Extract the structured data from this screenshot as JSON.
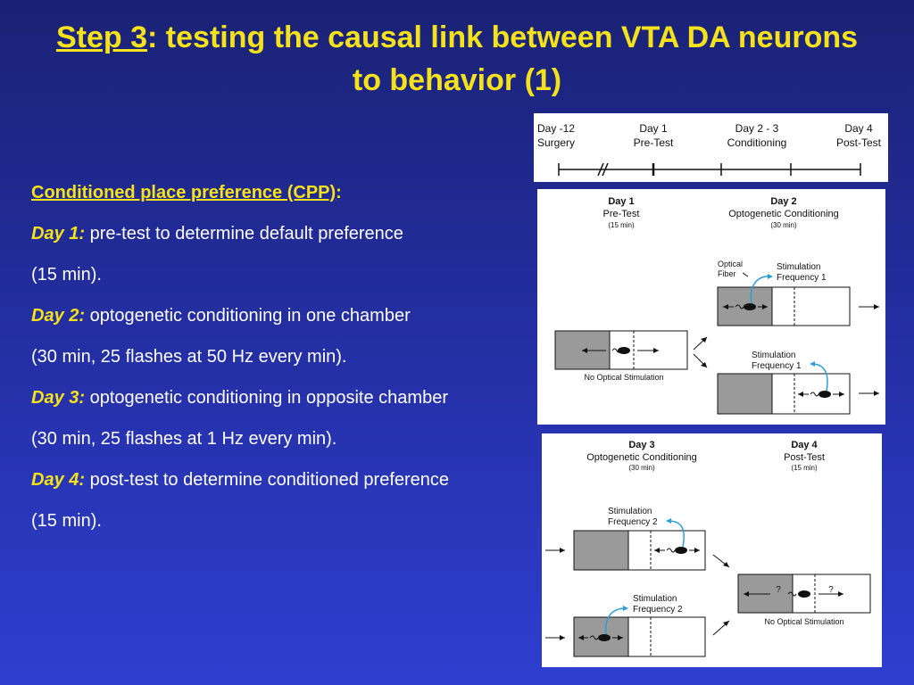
{
  "title": {
    "step_label": "Step 3",
    "line1_rest": ": testing the causal link between VTA DA neurons",
    "line2": "to behavior (1)"
  },
  "body": {
    "heading": "Conditioned place preference (CPP)",
    "heading_colon": ":",
    "days": [
      {
        "label": "Day 1",
        "colon": ":",
        "text": " pre-test to determine default preference",
        "cont": "(15 min)."
      },
      {
        "label": "Day 2:",
        "colon": "",
        "text": " optogenetic conditioning in one chamber",
        "cont": "(30 min, 25 flashes at 50 Hz every min)."
      },
      {
        "label": "Day 3:",
        "colon": "",
        "text": " optogenetic conditioning in opposite chamber",
        "cont": "(30 min, 25 flashes at 1 Hz every min)."
      },
      {
        "label": "Day 4:",
        "colon": "",
        "text": " post-test to determine conditioned preference",
        "cont": "(15 min)."
      }
    ]
  },
  "timeline": {
    "items": [
      {
        "l1": "Day -12",
        "l2": "Surgery"
      },
      {
        "l1": "Day 1",
        "l2": "Pre-Test"
      },
      {
        "l1": "Day 2 - 3",
        "l2": "Conditioning"
      },
      {
        "l1": "Day 4",
        "l2": "Post-Test"
      }
    ]
  },
  "fig1": {
    "day1": {
      "title": "Day 1",
      "sub": "Pre-Test",
      "dur": "(15 min)"
    },
    "day2": {
      "title": "Day 2",
      "sub": "Optogenetic Conditioning",
      "dur": "(30 min)"
    },
    "optical_fiber": [
      "Optical",
      "Fiber"
    ],
    "stim_top": [
      "Stimulation",
      "Frequency 1"
    ],
    "stim_bottom": [
      "Stimulation",
      "Frequency 1"
    ],
    "no_stim": "No Optical Stimulation"
  },
  "fig2": {
    "day3": {
      "title": "Day 3",
      "sub": "Optogenetic Conditioning",
      "dur": "(30 min)"
    },
    "day4": {
      "title": "Day 4",
      "sub": "Post-Test",
      "dur": "(15 min)"
    },
    "stim_top": [
      "Stimulation",
      "Frequency 2"
    ],
    "stim_bottom": [
      "Stimulation",
      "Frequency 2"
    ],
    "question": "?",
    "no_stim": "No Optical Stimulation"
  },
  "colors": {
    "title": "#f5e21a",
    "body_text": "#ffffff",
    "fiber": "#2a9fd6",
    "chamber_fill": "#9a9a9a"
  }
}
